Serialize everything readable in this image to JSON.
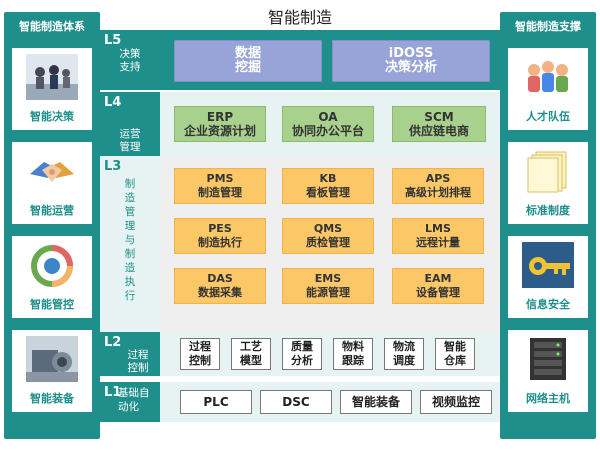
{
  "title": "智能制造",
  "left_panel": {
    "title": "智能制造体系",
    "items": [
      {
        "label": "智能决策",
        "icon": "people-meeting-photo"
      },
      {
        "label": "智能运营",
        "icon": "handshake-icon"
      },
      {
        "label": "智能管控",
        "icon": "cycle-diagram-icon"
      },
      {
        "label": "智能装备",
        "icon": "machine-photo"
      }
    ]
  },
  "right_panel": {
    "title": "智能制造支撑",
    "items": [
      {
        "label": "人才队伍",
        "icon": "team-icon"
      },
      {
        "label": "标准制度",
        "icon": "documents-icon"
      },
      {
        "label": "信息安全",
        "icon": "key-security-icon"
      },
      {
        "label": "网络主机",
        "icon": "server-icon"
      }
    ]
  },
  "layers": {
    "L5": {
      "level": "L5",
      "name_lines": [
        "决策",
        "支持"
      ],
      "boxes": [
        [
          "数据",
          "挖掘"
        ],
        [
          "iDOSS",
          "决策分析"
        ]
      ]
    },
    "L4": {
      "level": "L4",
      "name_lines": [
        "运营",
        "管理"
      ],
      "boxes": [
        [
          "ERP",
          "企业资源计划"
        ],
        [
          "OA",
          "协同办公平台"
        ],
        [
          "SCM",
          "供应链电商"
        ]
      ]
    },
    "L3": {
      "level": "L3",
      "name_lines": [
        "制",
        "造",
        "管",
        "理",
        "与",
        "制",
        "造",
        "执",
        "行"
      ],
      "boxes": [
        [
          "PMS",
          "制造管理"
        ],
        [
          "KB",
          "看板管理"
        ],
        [
          "APS",
          "高级计划排程"
        ],
        [
          "PES",
          "制造执行"
        ],
        [
          "QMS",
          "质检管理"
        ],
        [
          "LMS",
          "远程计量"
        ],
        [
          "DAS",
          "数据采集"
        ],
        [
          "EMS",
          "能源管理"
        ],
        [
          "EAM",
          "设备管理"
        ]
      ]
    },
    "L2": {
      "level": "L2",
      "name_lines": [
        "过程",
        "控制"
      ],
      "boxes": [
        [
          "过程",
          "控制"
        ],
        [
          "工艺",
          "模型"
        ],
        [
          "质量",
          "分析"
        ],
        [
          "物料",
          "跟踪"
        ],
        [
          "物流",
          "调度"
        ],
        [
          "智能",
          "仓库"
        ]
      ]
    },
    "L1": {
      "level": "L1",
      "name_lines": [
        "基础自",
        "动化"
      ],
      "boxes": [
        "PLC",
        "DSC",
        "智能装备",
        "视频监控"
      ]
    }
  },
  "colors": {
    "teal": "#1f8f8b",
    "blue": "#98a4d8",
    "green": "#a8d18d",
    "yellow": "#fcc767",
    "light": "#e6f3f2"
  }
}
